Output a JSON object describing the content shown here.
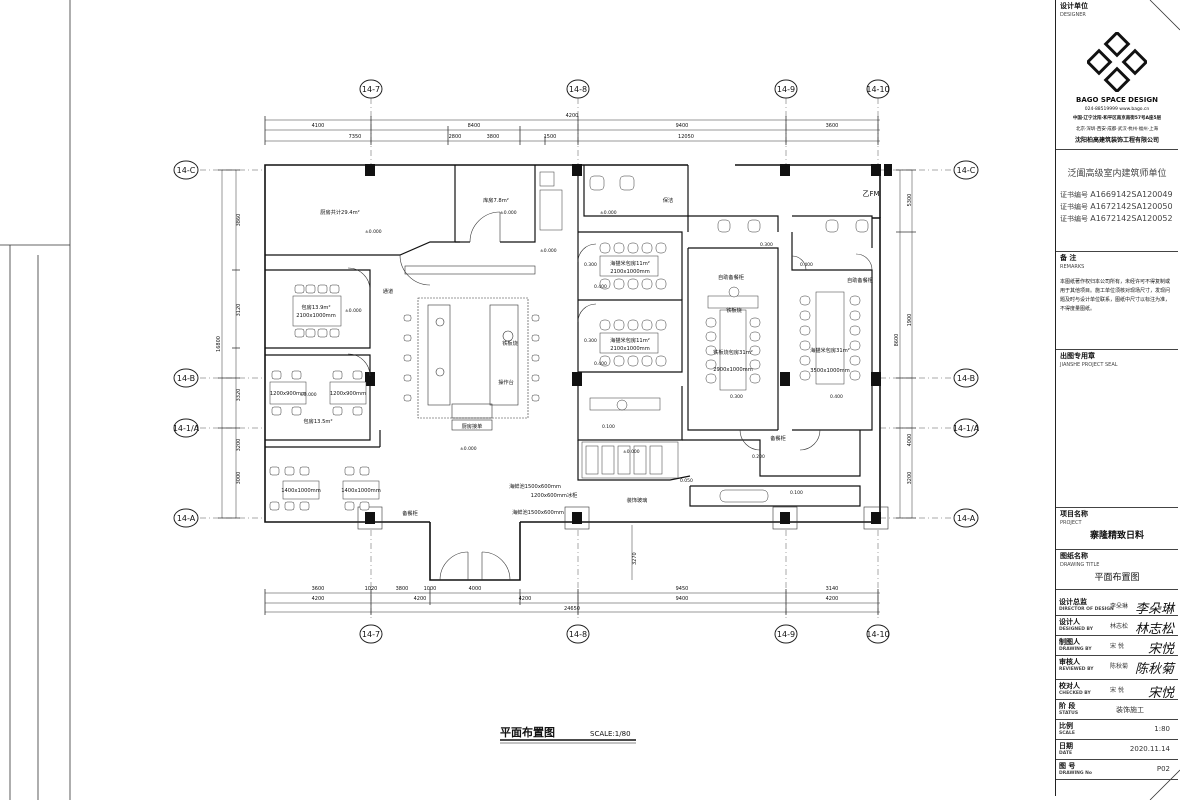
{
  "drawing": {
    "axis_labels": {
      "top": [
        "14-7",
        "14-8",
        "14-9",
        "14-10"
      ],
      "bottom": [
        "14-7",
        "14-8",
        "14-9",
        "14-10"
      ],
      "left": [
        "14-C",
        "14-B",
        "14-1/A",
        "14-A"
      ],
      "right": [
        "14-C",
        "14-B",
        "14-1/A",
        "14-A"
      ]
    },
    "dims_top_total": "4200",
    "dims_top_row1": [
      "4100",
      "8400",
      "9400",
      "12050",
      "3600"
    ],
    "dims_top_row2": [
      "7350",
      "2800",
      "3800",
      "1500"
    ],
    "dims_bottom_row1": [
      "3600",
      "1020",
      "3800",
      "1000",
      "4000",
      "9450",
      "3140"
    ],
    "dims_bottom_row2": [
      "4200",
      "4200",
      "4200",
      "9400",
      "4200"
    ],
    "dims_bottom_total": "24650",
    "dims_left": [
      "3860",
      "3120",
      "3320",
      "3200",
      "3000"
    ],
    "dims_left_total": "16800",
    "dims_right": [
      "5300",
      "1900",
      "4000",
      "3200"
    ],
    "dims_right_total": "8600",
    "rooms": {
      "kitchen": "厨房共计29.4m²",
      "storage": "库房7.8m²",
      "cleaning": "保洁",
      "fire_room": "乙FM",
      "aisle": "通道",
      "private1": "包房13.9m²",
      "private1_table": "2100x1000mm",
      "private2": "包房13.5m²",
      "private2_table_a": "1200x900mm",
      "private2_table_b": "1200x900mm",
      "table_a": "1400x1000mm",
      "table_b": "1400x1000mm",
      "sea_room1": "海猫米包房11m²",
      "sea_room1_table": "2100x1000mm",
      "sea_room2": "海猫米包房11m²",
      "sea_room2_table": "2100x1000mm",
      "iron_plate_room": "铁板烧包房31m²",
      "iron_plate_table": "2900x1000mm",
      "iron_plate_grill": "铁板烧",
      "buffet_left": "自助备餐柜",
      "buffet_right": "自助备餐柜",
      "sea_room3": "海猫米包房31m²",
      "sea_room3_table": "3500x1000mm",
      "center_grill": "铁板烧",
      "operating": "操作台",
      "cashier": "厨房接单",
      "side_cabinet_bottom": "备餐柜",
      "side_cabinet_mid": "备餐柜",
      "decor_glass": "装饰玻璃",
      "pool1": "海鲜池1500x600mm",
      "pool2": "海鲜池1500x600mm",
      "pool3": "1200x600mm冰柜"
    },
    "levels": [
      "±0.000",
      "±0.000",
      "±0.000",
      "±0.000",
      "±0.000",
      "±0.000",
      "±0.000",
      "0.300",
      "0.400",
      "0.300",
      "0.400",
      "0.300",
      "0.400",
      "0.300",
      "0.400",
      "0.100",
      "0.200",
      "0.050",
      "0.100",
      "±0.000"
    ],
    "stair_dim": "3270",
    "title": "平面布置图",
    "scale": "SCALE:1/80"
  },
  "title_block": {
    "designer_label": "设计单位",
    "designer_en": "DESIGNER",
    "company_en": "BAGO SPACE DESIGN",
    "company_line1": "024-88519999 www.bago.cn",
    "company_line2": "中国·辽宁沈阳·和平区南京南街57号A座5层",
    "company_line3": "北京·深圳·西安·成都·武汉·杭州·福州·上海",
    "company_cn": "沈阳柏高建筑装饰工程有限公司",
    "qual_title": "泛阖高级室内建筑师单位",
    "cert_label": "证书编号",
    "certs": [
      "A1669142SA120049",
      "A1672142SA120050",
      "A1672142SA120052"
    ],
    "remarks_label": "备 注",
    "remarks_en": "REMARKS",
    "remarks_text": "本图纸著作权归本公司所有，未经许可不得复制或用于其他项目。施工单位须核对现场尺寸，发现问题及时与设计单位联系，图纸中尺寸以标注为准，不得度量图纸。",
    "jianshe_label": "出图专用章",
    "jianshe_en": "JIANSHE PROJECT SEAL",
    "project_label": "项目名称",
    "project_en": "PROJECT",
    "project_name": "寨隆精致日料",
    "drawing_title_label": "图纸名称",
    "drawing_title_en": "DRAWING TITLE",
    "drawing_title": "平面布置图",
    "rows": [
      {
        "label": "设计总监",
        "en": "DIRECTOR OF DESIGN",
        "name": "李朵琳",
        "sign": "李朵琳"
      },
      {
        "label": "设计人",
        "en": "DESIGNED BY",
        "name": "林志松",
        "sign": "林志松"
      },
      {
        "label": "制图人",
        "en": "DRAWING BY",
        "name": "宋 悦",
        "sign": "宋悦"
      },
      {
        "label": "审核人",
        "en": "REVIEWED BY",
        "name": "陈秋菊",
        "sign": "陈秋菊"
      },
      {
        "label": "校对人",
        "en": "CHECKED BY",
        "name": "宋 悦",
        "sign": "宋悦"
      }
    ],
    "stage_label": "阶 段",
    "stage_en": "STATUS",
    "stage_value": "装饰施工",
    "scale_label": "比例",
    "scale_en": "SCALE",
    "scale_value": "1:80",
    "date_label": "日期",
    "date_en": "DATE",
    "date_value": "2020.11.14",
    "no_label": "图 号",
    "no_en": "DRAWING No",
    "no_value": "P02"
  }
}
